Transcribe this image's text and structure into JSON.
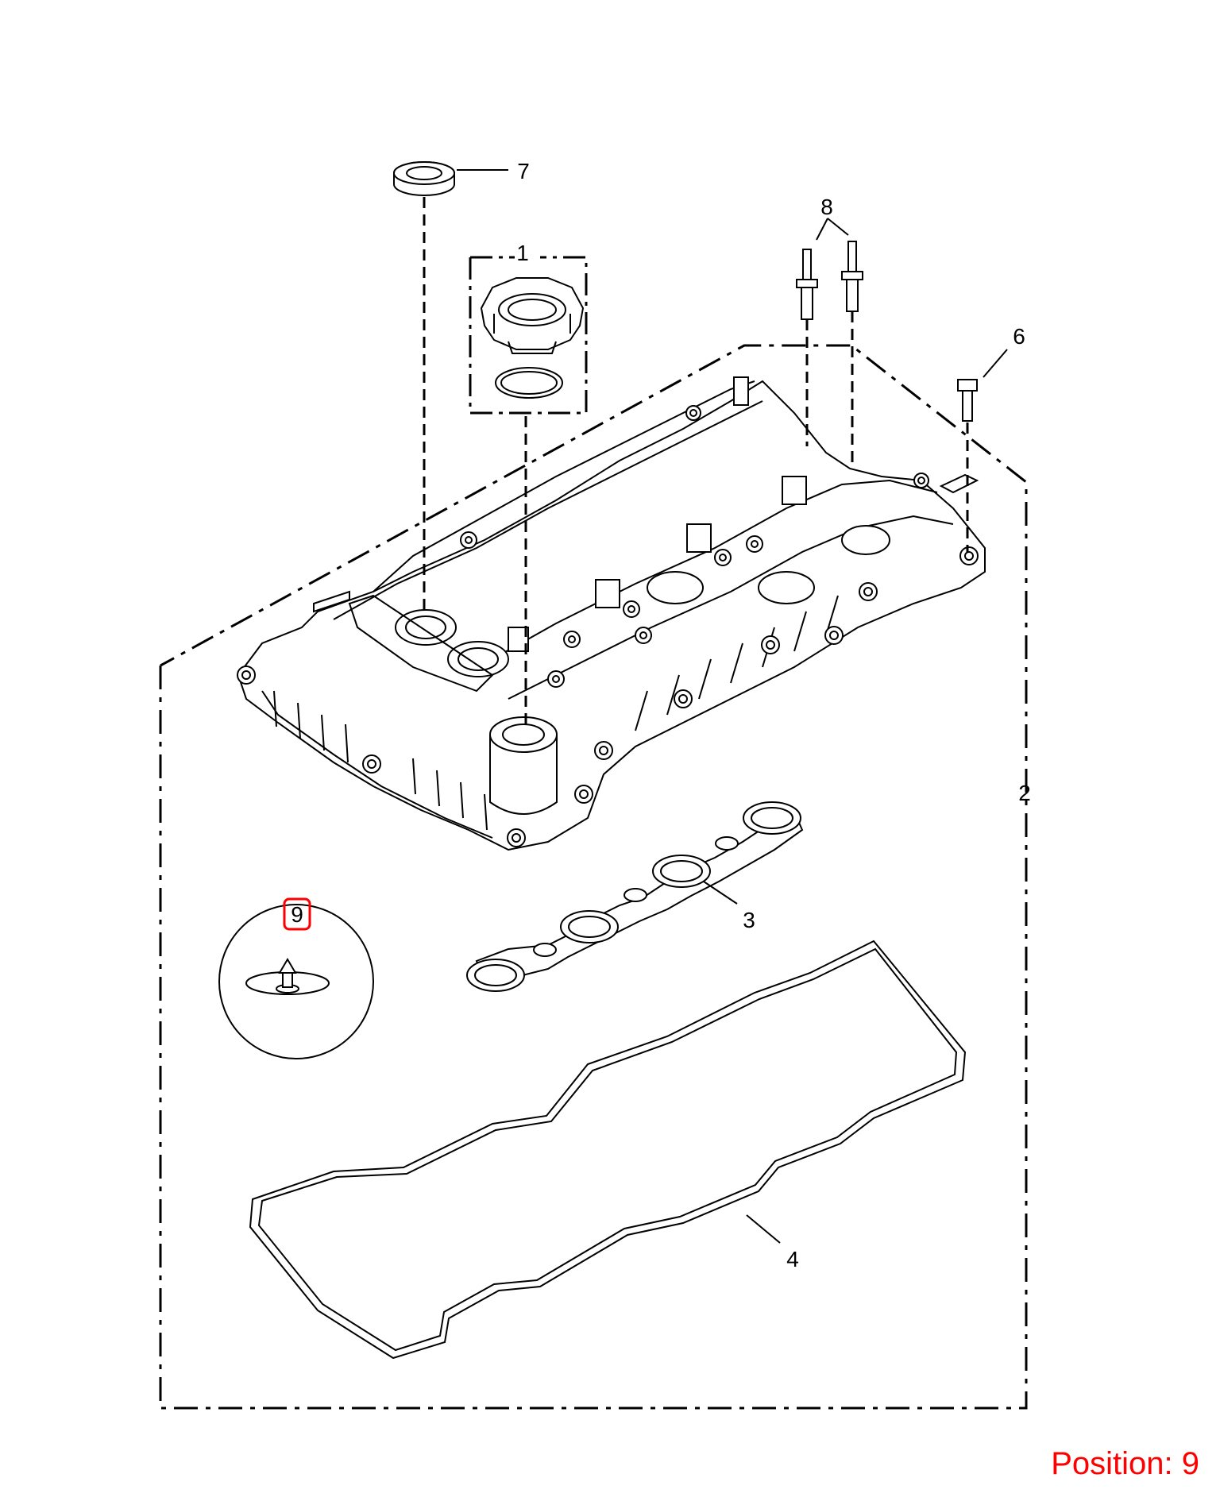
{
  "callouts": {
    "c1": "1",
    "c2": "2",
    "c3": "3",
    "c4": "4",
    "c6": "6",
    "c7": "7",
    "c8": "8",
    "c9": "9"
  },
  "highlight": {
    "callout": "9",
    "color": "#ff0000"
  },
  "position_label": "Position: 9",
  "colors": {
    "line": "#000000",
    "accent": "#ff0000",
    "background": "#ffffff"
  }
}
